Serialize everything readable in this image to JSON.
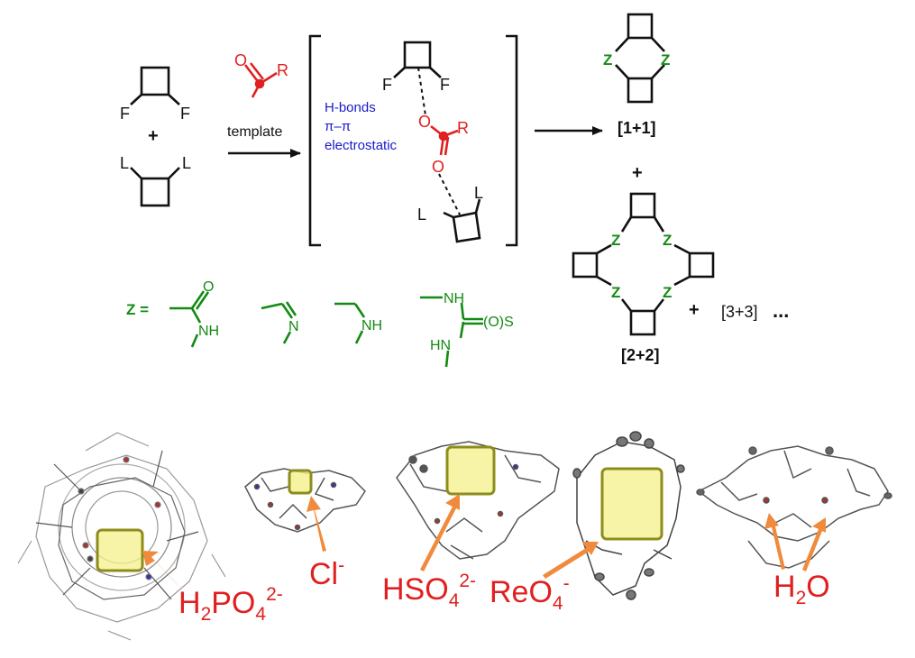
{
  "colors": {
    "ink": "#111111",
    "template_red": "#e02020",
    "interaction_blue": "#1a1acc",
    "z_green": "#138a13",
    "highlight_fill": "#f4f08a",
    "highlight_border": "#8d8d1e",
    "arrow_orange": "#f08a3c"
  },
  "reaction": {
    "reactant_top_labels": [
      "F",
      "F"
    ],
    "plus": "+",
    "reactant_bottom_labels": [
      "L",
      "L"
    ],
    "template_group": {
      "o_label": "O",
      "r_label": "R"
    },
    "template_word": "template",
    "interactions": [
      "H-bonds",
      "π–π",
      "electrostatic"
    ],
    "intermediate": {
      "top_labels": [
        "F",
        "F"
      ],
      "template_o_top": "O",
      "template_r": "R",
      "template_o_bottom": "O",
      "bottom_labels": [
        "L",
        "L"
      ]
    },
    "products": {
      "dimer_link": "Z",
      "dimer_label": "[1+1]",
      "plus": "+",
      "tetramer_link": "Z",
      "tetramer_label": "[2+2]",
      "plus_more": "+",
      "more_label": "[3+3]",
      "ellipsis": "..."
    },
    "z_definitions": {
      "prefix": "Z =",
      "amide": {
        "o": "O",
        "nh": "NH"
      },
      "imine": {
        "n": "N"
      },
      "amine": {
        "nh": "NH"
      },
      "urea": {
        "nh_top": "NH",
        "co_s": "(O)S",
        "hn_bottom": "HN"
      }
    }
  },
  "crystal_structures": [
    {
      "id": "phosphate",
      "label_base": "H",
      "label_sub1": "2",
      "label_mid": "PO",
      "label_sub2": "4",
      "label_sup": "2-"
    },
    {
      "id": "chloride",
      "label_base": "Cl",
      "label_sup": "-"
    },
    {
      "id": "bisulfate",
      "label_base": "HSO",
      "label_sub": "4",
      "label_sup": "2-"
    },
    {
      "id": "perrhenate",
      "label_base": "ReO",
      "label_sub": "4",
      "label_sup": "-"
    },
    {
      "id": "water",
      "label_base": "H",
      "label_sub": "2",
      "label_end": "O"
    }
  ]
}
